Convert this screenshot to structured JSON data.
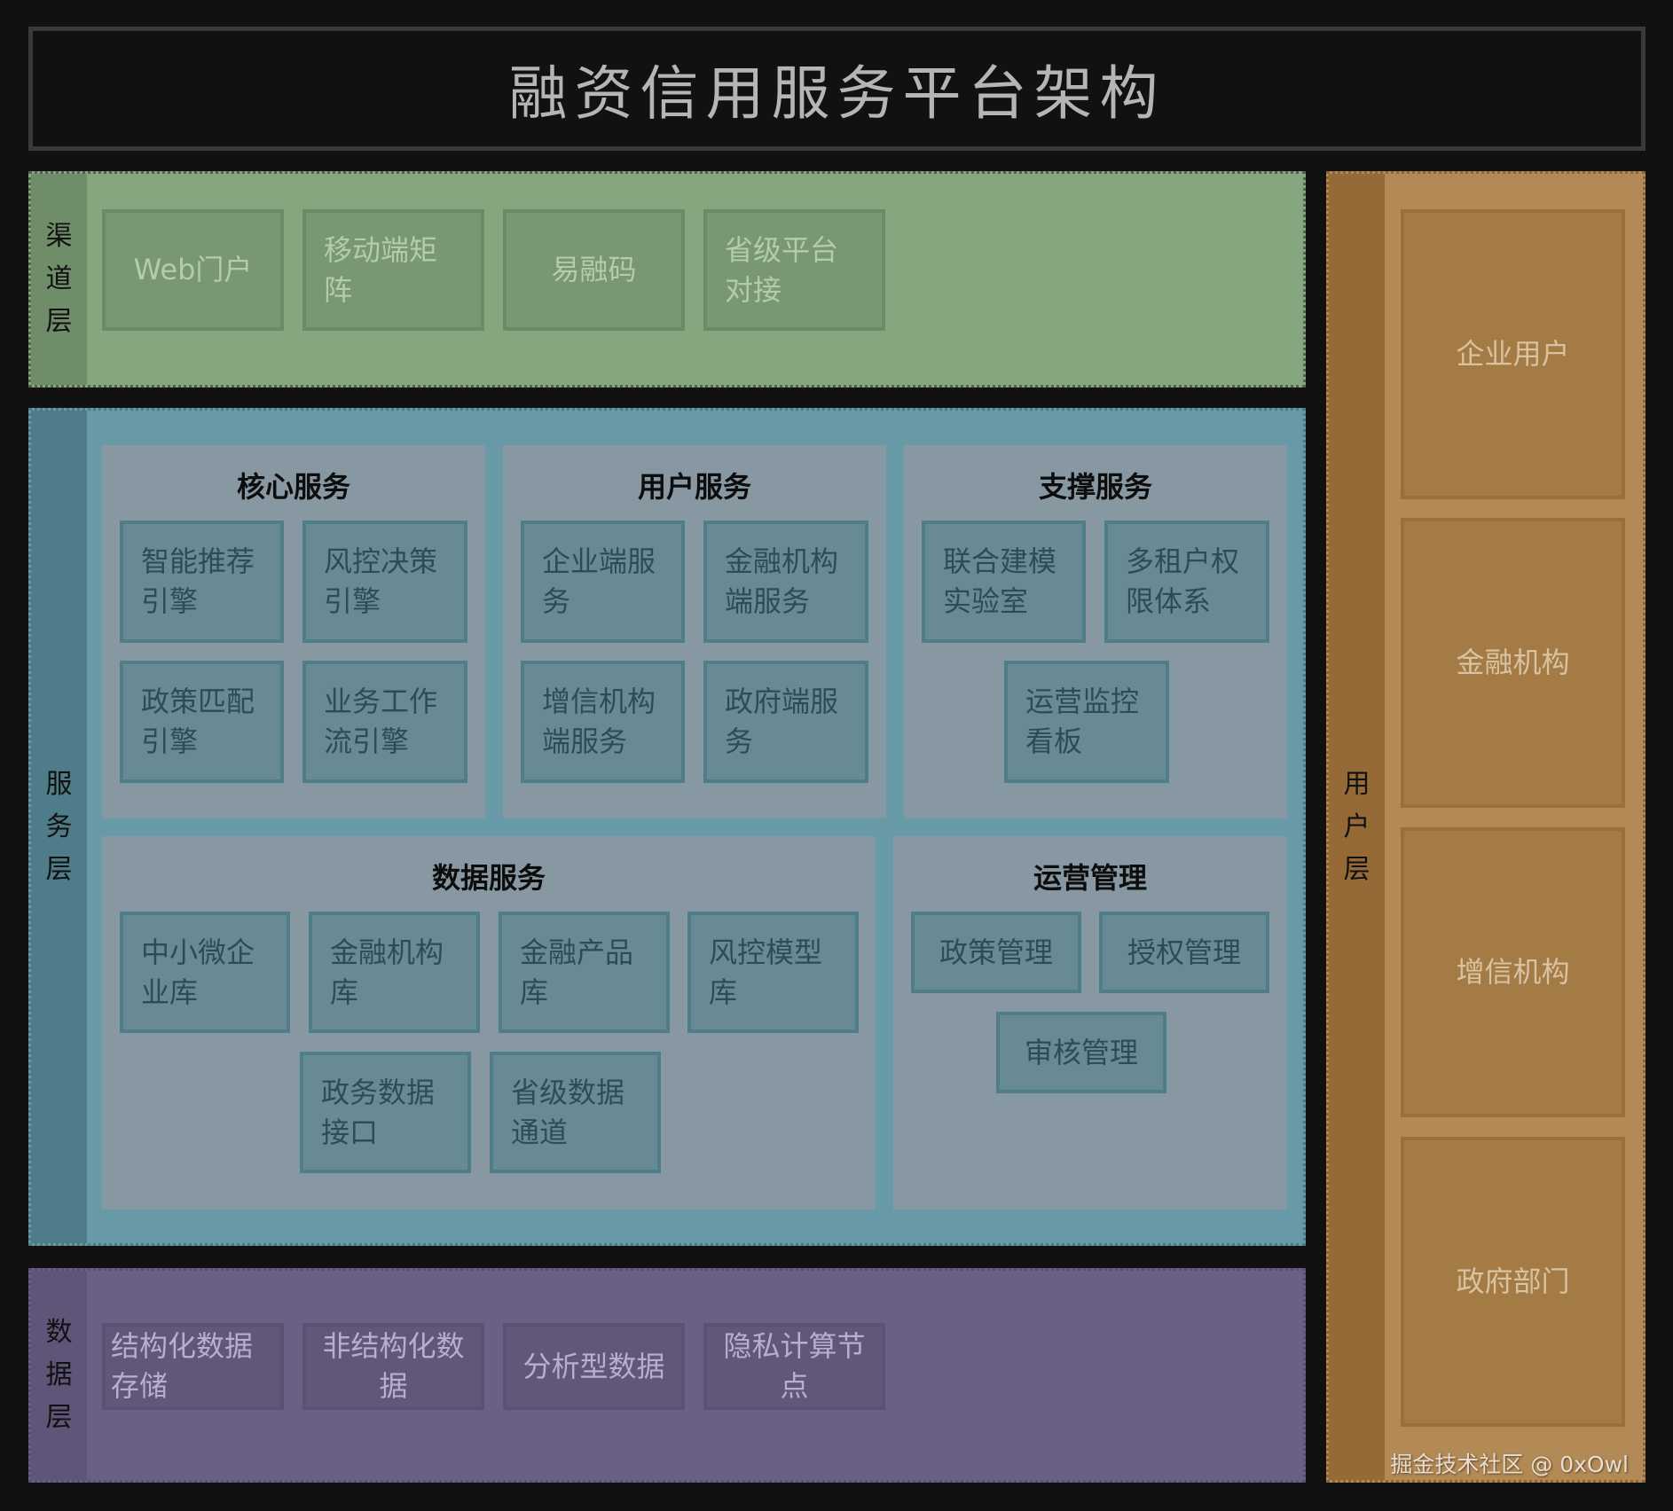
{
  "title": "融资信用服务平台架构",
  "colors": {
    "background": "#111111",
    "channel_layer": "#86a680",
    "service_layer": "#6799a6",
    "data_layer": "#6a5f85",
    "user_layer": "#b38a56",
    "service_group": "#8898a3"
  },
  "channel_layer": {
    "label": [
      "渠",
      "道",
      "层"
    ],
    "items": [
      "Web门户",
      "移动端矩阵",
      "易融码",
      "省级平台对接"
    ]
  },
  "service_layer": {
    "label": [
      "服",
      "务",
      "层"
    ],
    "groups": {
      "core": {
        "title": "核心服务",
        "items": [
          "智能推荐引擎",
          "风控决策引擎",
          "政策匹配引擎",
          "业务工作流引擎"
        ]
      },
      "user": {
        "title": "用户服务",
        "items": [
          "企业端服务",
          "金融机构端服务",
          "增信机构端服务",
          "政府端服务"
        ]
      },
      "support": {
        "title": "支撑服务",
        "items": [
          "联合建模实验室",
          "多租户权限体系",
          "运营监控看板"
        ]
      },
      "data": {
        "title": "数据服务",
        "items": [
          "中小微企业库",
          "金融机构库",
          "金融产品库",
          "风控模型库",
          "政务数据接口",
          "省级数据通道"
        ]
      },
      "ops": {
        "title": "运营管理",
        "items": [
          "政策管理",
          "授权管理",
          "审核管理"
        ]
      }
    }
  },
  "data_layer": {
    "label": [
      "数",
      "据",
      "层"
    ],
    "items": [
      "结构化数据存储",
      "非结构化数据",
      "分析型数据",
      "隐私计算节点"
    ]
  },
  "user_layer": {
    "label": [
      "用",
      "户",
      "层"
    ],
    "items": [
      "企业用户",
      "金融机构",
      "增信机构",
      "政府部门"
    ]
  },
  "watermark": "掘金技术社区 @ 0xOwl"
}
